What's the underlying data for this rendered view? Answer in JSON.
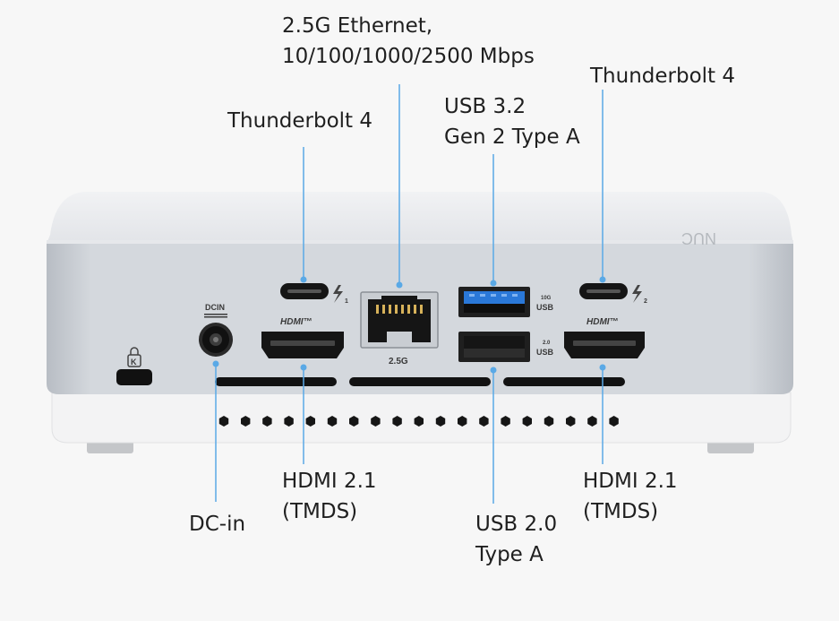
{
  "callouts": {
    "ethernet": {
      "line1": "2.5G Ethernet,",
      "line2": "10/100/1000/2500 Mbps"
    },
    "tb4_left": {
      "line1": "Thunderbolt 4"
    },
    "usb32": {
      "line1": "USB 3.2",
      "line2": "Gen 2 Type A"
    },
    "tb4_right": {
      "line1": "Thunderbolt 4"
    },
    "hdmi_left": {
      "line1": "HDMI 2.1",
      "line2": "(TMDS)"
    },
    "dc_in": {
      "line1": "DC-in"
    },
    "usb20": {
      "line1": "USB 2.0",
      "line2": "Type A"
    },
    "hdmi_right": {
      "line1": "HDMI 2.1",
      "line2": "(TMDS)"
    }
  },
  "device": {
    "dcin_label": "DCIN",
    "hdmi_logo": "HDMI™",
    "lan_speed": "2.5G",
    "usb_top_speed": "10G",
    "usb_bottom_speed": "2.0",
    "usb_label": "USB",
    "lock_glyph": "K",
    "tb_index_left": "1",
    "tb_index_right": "2",
    "brand_mark": "NUC"
  },
  "colors": {
    "leader_line": "#5aa9e6",
    "usb3_blue": "#2a78d8",
    "chassis_top": "#e9ebee",
    "chassis_front": "#cfd3d8"
  }
}
